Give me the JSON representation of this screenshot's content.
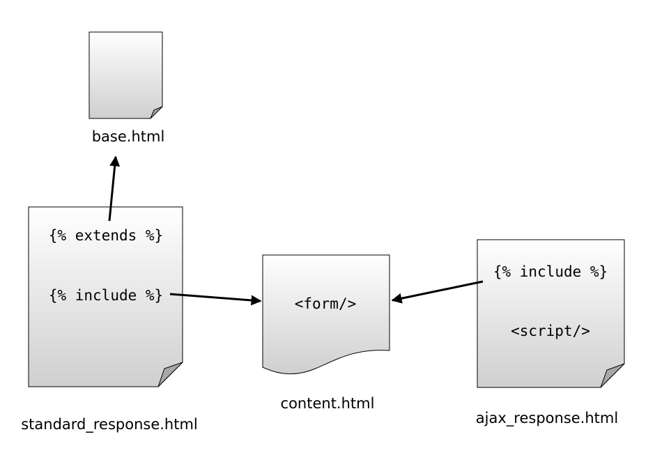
{
  "documents": {
    "base": {
      "filename": "base.html"
    },
    "standard_response": {
      "filename": "standard_response.html",
      "code_lines": [
        "{% extends %}",
        "{% include %}"
      ]
    },
    "content": {
      "filename": "content.html",
      "code_lines": [
        "<form/>"
      ]
    },
    "ajax_response": {
      "filename": "ajax_response.html",
      "code_lines": [
        "{% include %}",
        "<script/>"
      ]
    }
  },
  "connections": [
    {
      "from": "standard_response",
      "to": "base",
      "via": "{% extends %}"
    },
    {
      "from": "standard_response",
      "to": "content",
      "via": "{% include %}"
    },
    {
      "from": "ajax_response",
      "to": "content",
      "via": "{% include %}"
    }
  ]
}
